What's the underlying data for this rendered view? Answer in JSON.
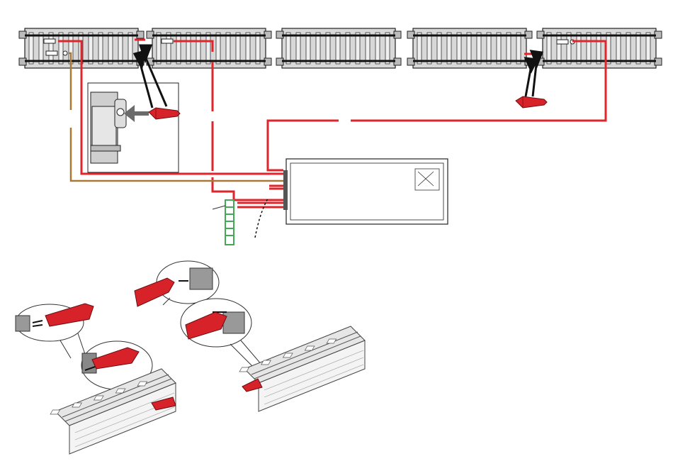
{
  "diagram": {
    "colors": {
      "wire_red": "#e0262b",
      "wire_brown": "#a87936",
      "wire_black": "#1a1a1a",
      "rail_fill": "#d8d8d8",
      "rail_stroke": "#222222",
      "sleeper": "#f0f0f0",
      "connector_red": "#d8222a",
      "connector_dark": "#8b1216",
      "green_part": "#44a857",
      "background": "#ffffff"
    },
    "track_sections": [
      {
        "name": "track-section-1"
      },
      {
        "name": "track-section-2"
      },
      {
        "name": "track-section-3"
      },
      {
        "name": "track-section-4"
      },
      {
        "name": "track-section-5"
      }
    ],
    "icons": {
      "connector_plug": "red-plug-icon",
      "pointer_arrow": "black-arrow-icon",
      "control_unit": "decoder-box-icon",
      "inset_detail": "clip-detail-icon",
      "ground_connector": "green-ladder-icon"
    }
  }
}
